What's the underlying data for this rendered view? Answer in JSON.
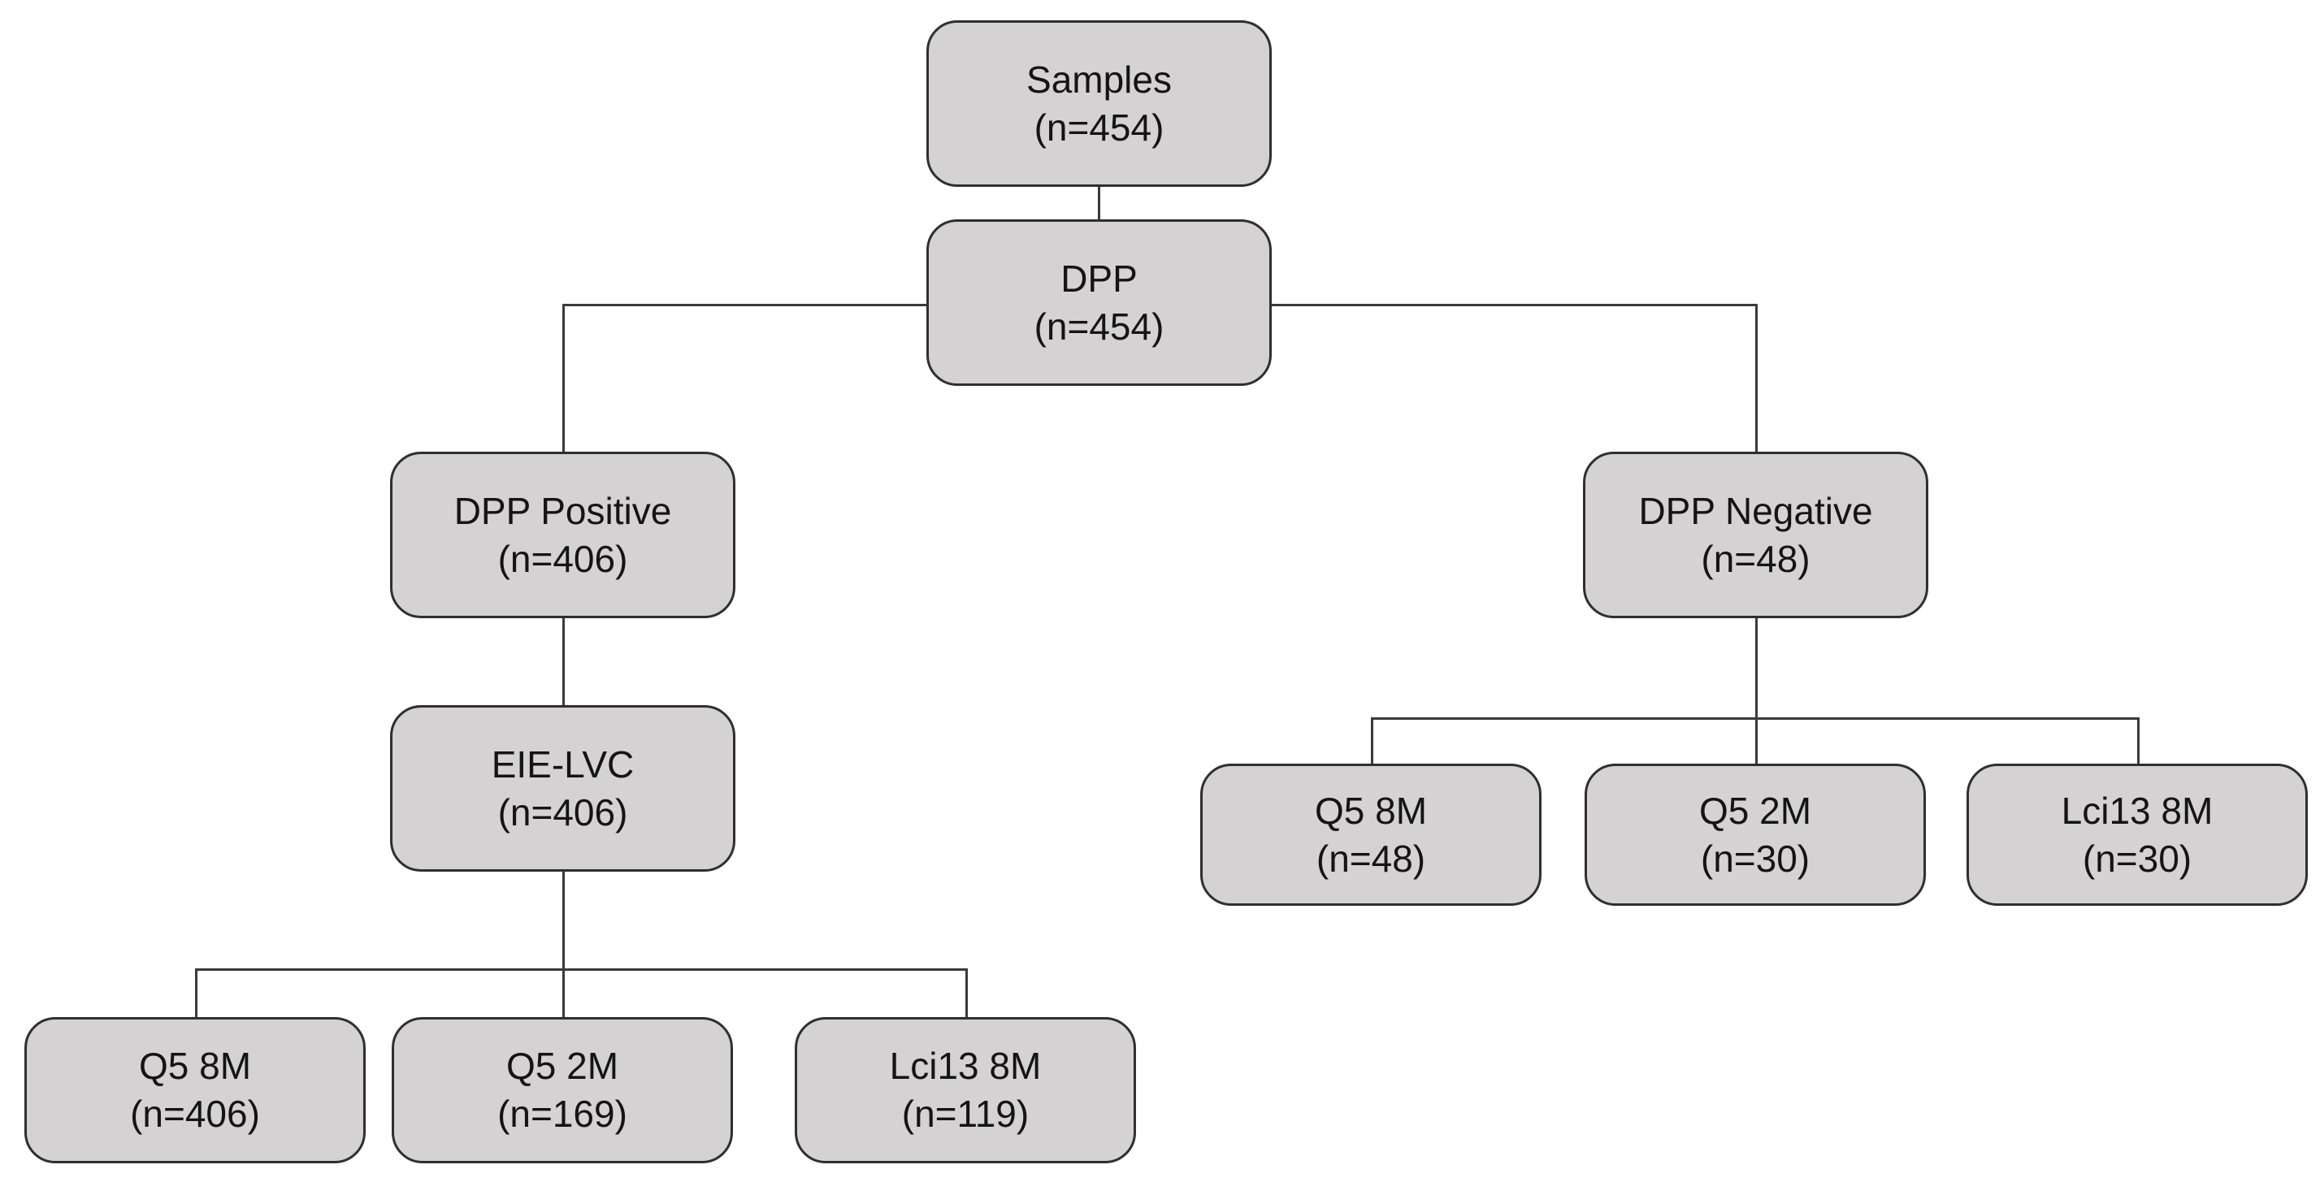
{
  "colors": {
    "background": "#ffffff",
    "box_fill": "#d4d2d2",
    "box_border": "#2f2f2f",
    "line": "#3a3a3a",
    "text": "#141414"
  },
  "diagram": {
    "type": "flowchart",
    "nodes": {
      "samples": {
        "label": "Samples",
        "count": "(n=454)"
      },
      "dpp": {
        "label": "DPP",
        "count": "(n=454)"
      },
      "dpp_positive": {
        "label": "DPP Positive",
        "count": "(n=406)"
      },
      "eie_lvc": {
        "label": "EIE-LVC",
        "count": "(n=406)"
      },
      "dpp_negative": {
        "label": "DPP Negative",
        "count": "(n=48)"
      },
      "pos_q5_8m": {
        "label": "Q5 8M",
        "count": "(n=406)"
      },
      "pos_q5_2m": {
        "label": "Q5 2M",
        "count": "(n=169)"
      },
      "pos_lci13_8m": {
        "label": "Lci13 8M",
        "count": "(n=119)"
      },
      "neg_q5_8m": {
        "label": "Q5 8M",
        "count": "(n=48)"
      },
      "neg_q5_2m": {
        "label": "Q5 2M",
        "count": "(n=30)"
      },
      "neg_lci13_8m": {
        "label": "Lci13 8M",
        "count": "(n=30)"
      }
    },
    "edges": [
      {
        "from": "samples",
        "to": "dpp"
      },
      {
        "from": "dpp",
        "to": "dpp_positive"
      },
      {
        "from": "dpp",
        "to": "dpp_negative"
      },
      {
        "from": "dpp_positive",
        "to": "eie_lvc"
      },
      {
        "from": "eie_lvc",
        "to": "pos_q5_8m"
      },
      {
        "from": "eie_lvc",
        "to": "pos_q5_2m"
      },
      {
        "from": "eie_lvc",
        "to": "pos_lci13_8m"
      },
      {
        "from": "dpp_negative",
        "to": "neg_q5_8m"
      },
      {
        "from": "dpp_negative",
        "to": "neg_q5_2m"
      },
      {
        "from": "dpp_negative",
        "to": "neg_lci13_8m"
      }
    ]
  }
}
